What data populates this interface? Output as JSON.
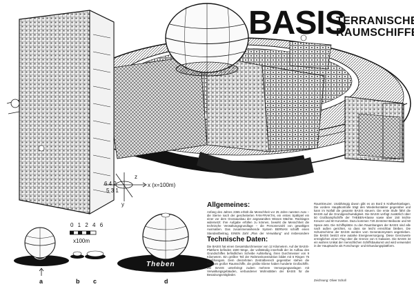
{
  "title": {
    "main": "BASIS",
    "sub_line1": "TERRANISCHE",
    "sub_line2": "RAUMSCHIFFE"
  },
  "axis": {
    "x_label": "x (x=100m)",
    "y_label": "y",
    "z_label": "z",
    "tick_top": "6 4 2",
    "tick_bottom": "5 3 1"
  },
  "scale": {
    "numbers": "0 1 2 4 6",
    "unit": "x100m"
  },
  "comparison": {
    "labels": [
      "a",
      "b",
      "c",
      "d"
    ],
    "ship_name": "Theben"
  },
  "sections": {
    "general_heading": "Allgemeines:",
    "general_text": "Anfang des Jahres 2365 erhält die Menschheit vor 25 Jahre nannten Auto – die Sterne nach der gescheiterten FAN-FRAKTAL ein erstes Spähpiel ein einer vor dem Grossausbau der angewandten Wissen Mächte. Rücklagen widersetzt: Ihre Aufgabe erfüllen zu können, bewirkt die Menschheit die technische Verwaltungsgrundlage – die Personenzahl von gewaltigen Ausmaßen. Das zusammenwirkende System BERNAN schafft einen Standardbeitrag, EINEN Zahl „Plan der Verwaltung“ und insbesondere diejenige Basis.",
    "tech_heading": "Technische Daten:",
    "tech_text": "Die BASIS hat einen Gesamtdurchmesser von 12 Kilometern. Auf der BASIS-Plattform befinden 1500 Wege, der vollständig innerhalb der im Aufbau des Grundschiffes befindlichen Scheibe Aufstellung, ihren Durchmesser von 9 Kilometern. Ein größter Teil der Rahmenkonstruktion bildet mit 6 Ringen 75 Großhangars. Dem dreizehnten Zentralbereich gegenüber stehen die Hangars großer Raumschiffe, die größte Ebene haben hunderte Großschiffe. Die BASIS unterbringt zudem mehrere Versorgungsanlagen mit Verwaltungsgebäuden, verbundener Wohnstätten der BASIS für die Besatzungsmitglieder.",
    "right_text": "Raumkreuzer. Unabhängig davon gibt es an Bord 6 Kraftwerkanlagen. Die vordere Hauptkontrolle trägt den Wiederkontakter gegenüber und kann im Notfall die gesamte BASIS steuern. Die erste Stufe fährt die BASIS auf die Grundgeschwindigkeit. Die BASIS verfügt zusätzlich über 50 Großkampfschiffe der THEBEN-Klasse sowie über 150 leichte Kreuzer und 60 Korvetten. Dazu kommen 720 Zerstörer-Beiboote und 50 Space-Jets. Die Schiffsplätze zu den Raumhangars der BASIS sind alle nach außen gerichtet, so dass sie leicht erreichbar bleiben. Die Schutzschirme der BASIS werden vom Generatorsystem angetrieben. Die BASIS besitzt eine autarke Energieversorgung. Diese Grenzwerte ermöglichen einen Flug über die Grenze von 6 Galaxien. Die BASIS ist ein wahres Unikat der menschlichen Schiffsbaukunst und wird verwendet in der Hauptsache als Forschungs- und Erkundungsplattform.",
    "credit": "Zeichnung: Oliver Scholl"
  }
}
